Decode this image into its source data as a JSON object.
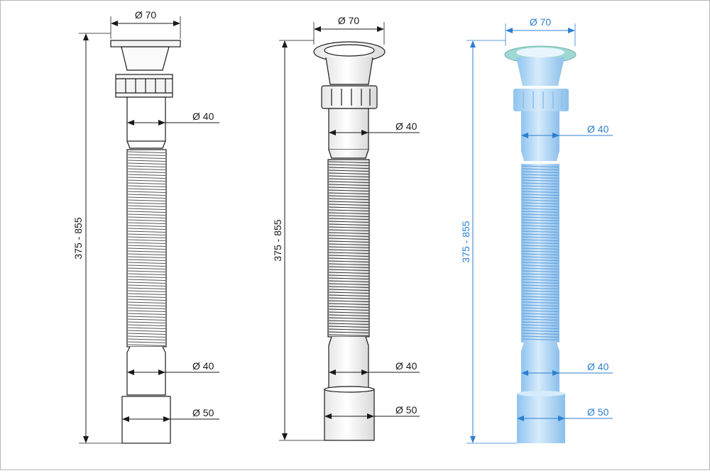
{
  "colors": {
    "line_dark": "#1a1a1a",
    "hatch_gray": "#6e6e6e",
    "fill_gray": "#f2f2f2",
    "accent_blue": "#2d7fd0",
    "pipe_blue_light": "#c6e2f8",
    "pipe_blue_mid": "#a9d1f1",
    "pipe_blue_dark": "#6aa6dc",
    "flange_teal": "#9fd8d2"
  },
  "views": [
    {
      "style": "line-drawing",
      "dia_top": "Ø 70",
      "dia_upper": "Ø 40",
      "dia_lower": "Ø 40",
      "dia_outlet": "Ø 50",
      "length": "375 - 855"
    },
    {
      "style": "shaded-drawing",
      "dia_top": "Ø 70",
      "dia_upper": "Ø 40",
      "dia_lower": "Ø 40",
      "dia_outlet": "Ø 50",
      "length": "375 - 855"
    },
    {
      "style": "blue-render",
      "dia_top": "Ø 70",
      "dia_upper": "Ø 40",
      "dia_lower": "Ø 40",
      "dia_outlet": "Ø 50",
      "length": "375 - 855"
    }
  ]
}
